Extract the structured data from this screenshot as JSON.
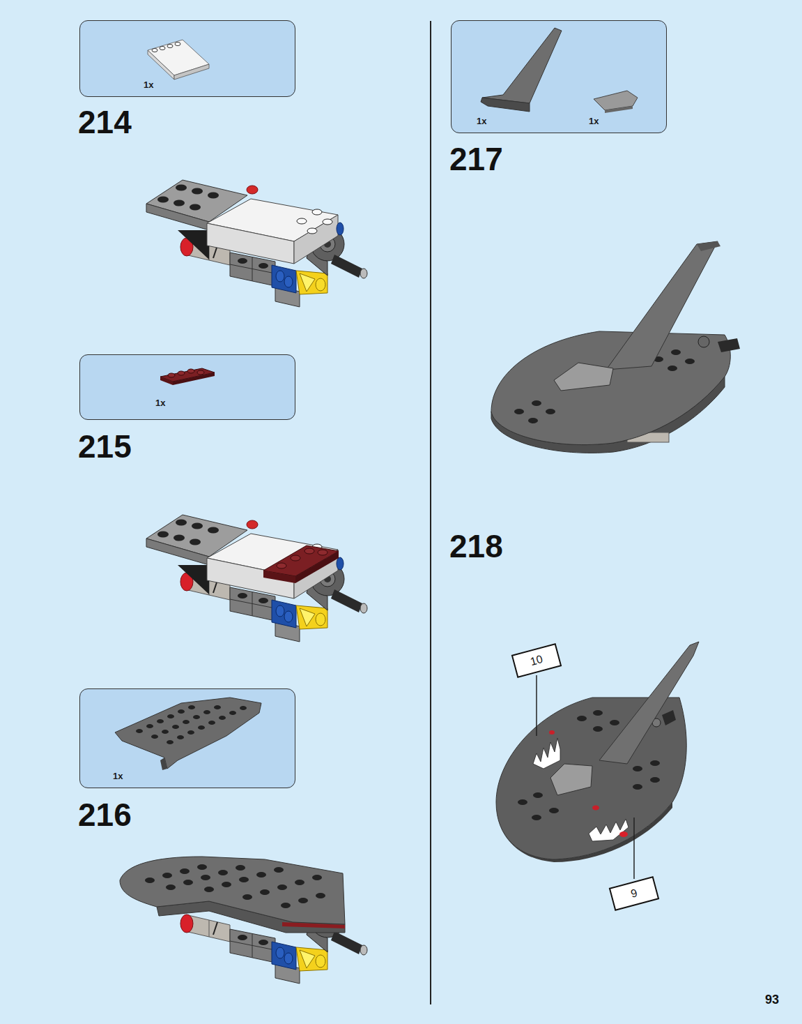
{
  "diagram": {
    "nodes": [
      {
        "text": [
          "1x"
        ]
      },
      {
        "text": [
          "1x"
        ]
      },
      {
        "text": [
          "1x"
        ]
      },
      {
        "text": [
          "1x",
          "1x"
        ]
      },
      {
        "text": [
          "10"
        ]
      },
      {
        "text": [
          "9"
        ]
      }
    ],
    "labels": [
      "214",
      "215",
      "216",
      "217",
      "218",
      "93"
    ]
  }
}
